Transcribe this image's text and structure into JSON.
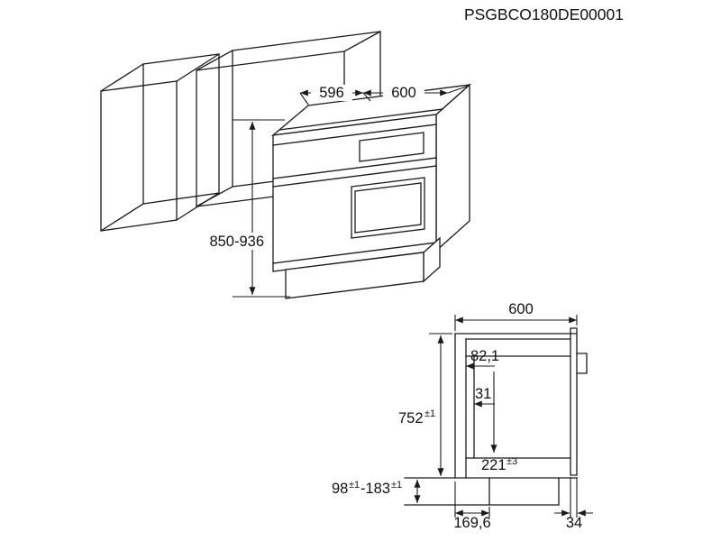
{
  "title": "PSGBCO180DE00001",
  "colors": {
    "line": "#1a1a1a",
    "background": "#ffffff"
  },
  "iso_view": {
    "dim_width_hob": "596",
    "dim_width_total": "600",
    "dim_height_range": "850-936"
  },
  "side_view": {
    "dim_width_total": "600",
    "dim_top_inset": "82,1",
    "dim_top_edge": "31",
    "dim_height": {
      "value": "752",
      "tol": "±1"
    },
    "dim_inner_depth": {
      "value": "221",
      "tol": "±3"
    },
    "dim_plinth_height": {
      "from": "98",
      "from_tol": "±1",
      "to": "-183",
      "to_tol": "±1"
    },
    "dim_plinth_recess": "169,6",
    "dim_door_thickness": "34"
  }
}
